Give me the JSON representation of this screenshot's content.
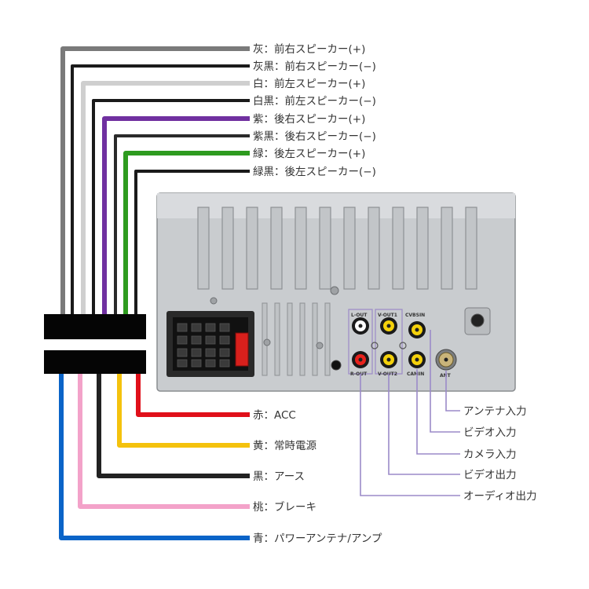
{
  "speaker_wires": [
    {
      "label": "灰：前右スピーカー(+)",
      "color": "#7a7a7a"
    },
    {
      "label": "灰黒：前右スピーカー(−)",
      "color": "#1a1a1a"
    },
    {
      "label": "白：前左スピーカー(+)",
      "color": "#cfcfcf"
    },
    {
      "label": "白黒：前左スピーカー(−)",
      "color": "#1a1a1a"
    },
    {
      "label": "紫：後右スピーカー(+)",
      "color": "#7030a0"
    },
    {
      "label": "紫黒：後右スピーカー(−)",
      "color": "#2a2a2a"
    },
    {
      "label": "緑：後左スピーカー(+)",
      "color": "#2e9b1f"
    },
    {
      "label": "緑黒：後左スピーカー(−)",
      "color": "#1a1a1a"
    }
  ],
  "power_wires": [
    {
      "label": "赤：ACC",
      "color": "#e0101a"
    },
    {
      "label": "黄：常時電源",
      "color": "#f4c20d"
    },
    {
      "label": "黒：アース",
      "color": "#222222"
    },
    {
      "label": "桃：ブレーキ",
      "color": "#f3a2c9"
    },
    {
      "label": "青：パワーアンテナ/アンプ",
      "color": "#0a64c8"
    }
  ],
  "av_labels": [
    {
      "label": "アンテナ入力"
    },
    {
      "label": "ビデオ入力"
    },
    {
      "label": "カメラ入力"
    },
    {
      "label": "ビデオ出力"
    },
    {
      "label": "オーディオ出力"
    }
  ],
  "unit_labels": {
    "l_out": "L-OUT",
    "v_out1": "V-OUT1",
    "cvbsin": "CVBSIN",
    "r_out": "R-OUT",
    "v_out2": "V-OUT2",
    "camin": "CAMIN",
    "ant": "ANT"
  },
  "colors": {
    "av_leader": "#9b8ac8",
    "unit_body": "#c9cccf",
    "unit_edge": "#8a8d90"
  }
}
